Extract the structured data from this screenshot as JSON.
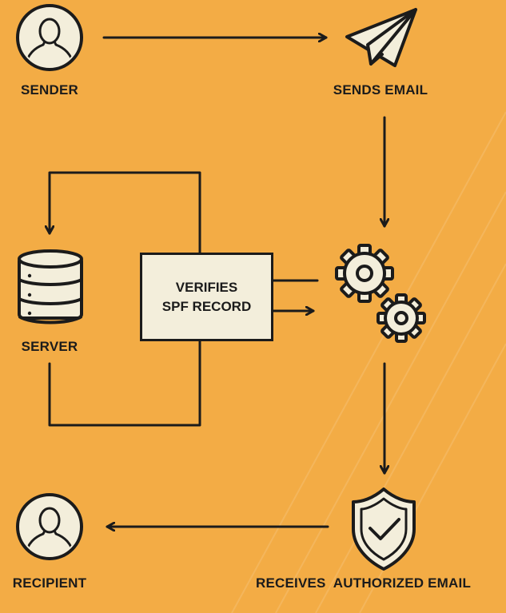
{
  "diagram": {
    "nodes": {
      "sender": {
        "label": "SENDER",
        "icon": "user-icon"
      },
      "sends_email": {
        "label": "SENDS EMAIL",
        "icon": "paper-plane-icon"
      },
      "server": {
        "label": "SERVER",
        "icon": "database-icon"
      },
      "verifies": {
        "line1": "VERIFIES",
        "line2": "SPF RECORD"
      },
      "processing": {
        "icon": "gears-icon"
      },
      "recipient": {
        "label": "RECIPIENT",
        "icon": "user-icon"
      },
      "receives": {
        "label": "RECEIVES  AUTHORIZED EMAIL",
        "icon": "shield-check-icon"
      }
    },
    "colors": {
      "background": "#F3AC45",
      "ink": "#1b1b1b",
      "icon_fill": "#F3EEDB"
    }
  }
}
